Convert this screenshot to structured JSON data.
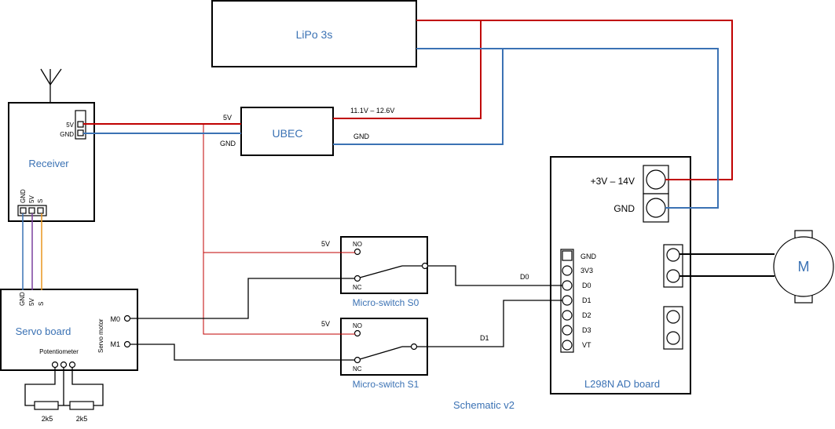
{
  "blocks": {
    "lipo": "LiPo 3s",
    "ubec": "UBEC",
    "receiver": "Receiver",
    "servo_board": "Servo board",
    "l298n": "L298N AD board",
    "micro_switch_s0": "Micro-switch S0",
    "micro_switch_s1": "Micro-switch S1",
    "motor": "M"
  },
  "footer": {
    "caption": "Schematic v2"
  },
  "labels": {
    "ubec_in_5v": "5V",
    "ubec_in_gnd": "GND",
    "ubec_out_v": "11.1V – 12.6V",
    "ubec_out_gnd": "GND",
    "receiver_5v": "5V",
    "receiver_gnd": "GND",
    "receiver_pin_gnd": "GND",
    "receiver_pin_5v": "5V",
    "receiver_pin_s": "S",
    "servo_pin_gnd": "GND",
    "servo_pin_5v": "5V",
    "servo_pin_s": "S",
    "servo_motor": "Servo motor",
    "m0": "M0",
    "m1": "M1",
    "potentiometer": "Potentiometer",
    "r1": "2k5",
    "r2": "2k5",
    "power_v": "+3V – 14V",
    "power_gnd": "GND",
    "pin_gnd": "GND",
    "pin_3v3": "3V3",
    "pin_d0": "D0",
    "pin_d1": "D1",
    "pin_d2": "D2",
    "pin_d3": "D3",
    "pin_vt": "VT",
    "s0_5v": "5V",
    "s0_no": "NO",
    "s0_nc": "NC",
    "s1_5v": "5V",
    "s1_no": "NO",
    "s1_nc": "NC",
    "wire_d0": "D0",
    "wire_d1": "D1"
  },
  "colors": {
    "power": "#c00000",
    "ground": "#3b72b4",
    "signal": "#000000",
    "servo_signal": "#e8961e",
    "receiver_5v_wire": "#7b3f9e",
    "block_label": "#3b72b4"
  }
}
